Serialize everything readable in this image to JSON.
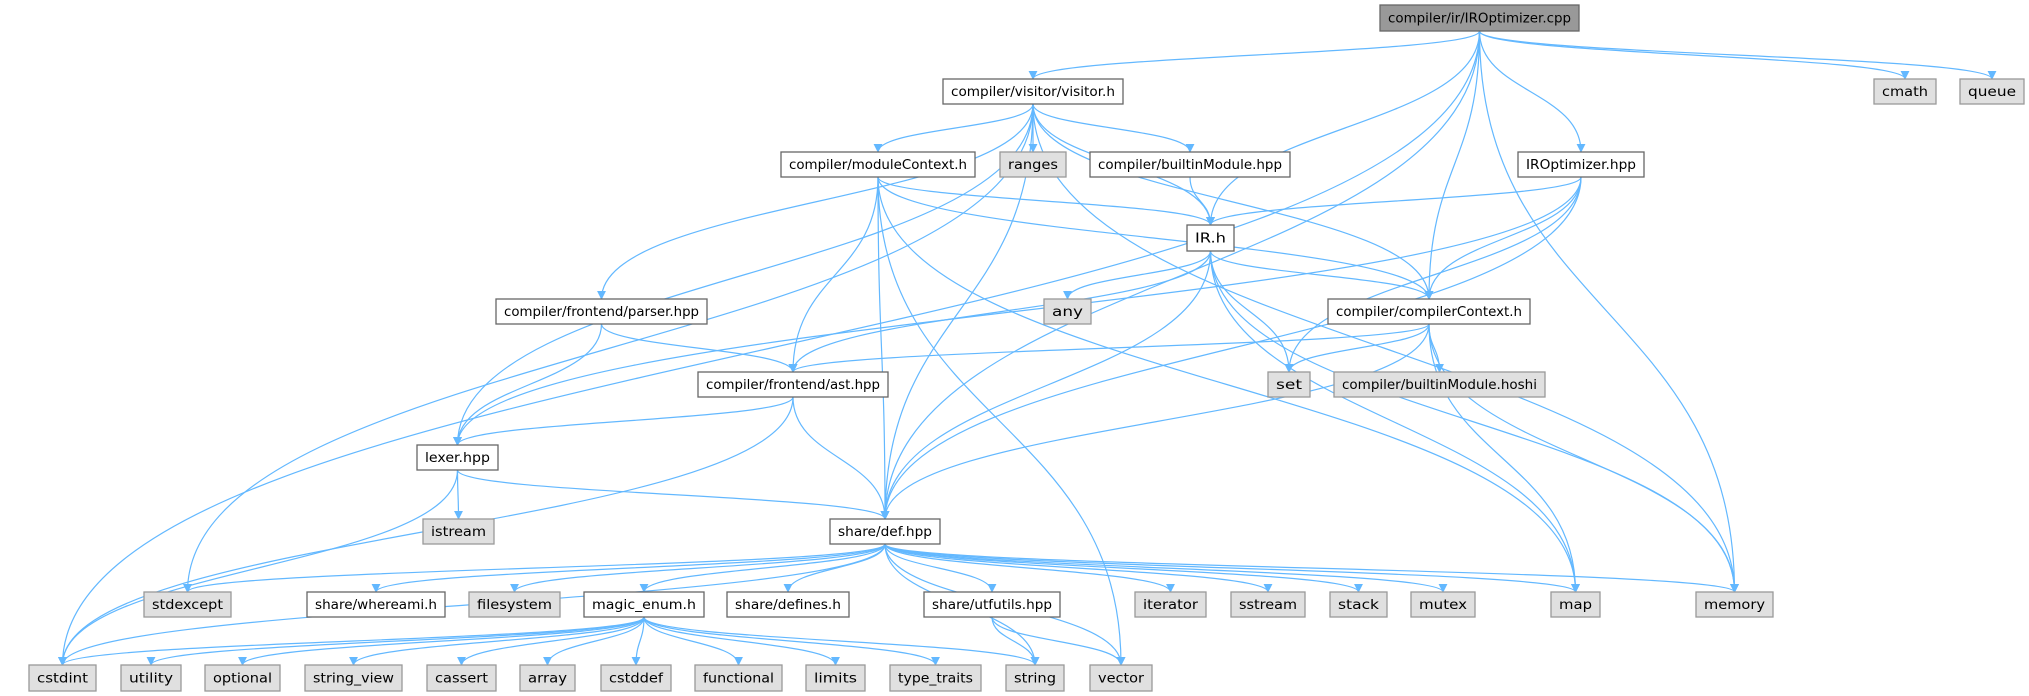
{
  "graph": {
    "title": "compiler/ir/IROptimizer.cpp",
    "edge_color": "#63b8ff",
    "nodes": [
      {
        "id": "cpp",
        "label": "compiler/ir/IROptimizer.cpp",
        "kind": "root"
      },
      {
        "id": "visitor",
        "label": "compiler/visitor/visitor.h",
        "kind": "internal"
      },
      {
        "id": "cmath",
        "label": "cmath",
        "kind": "external"
      },
      {
        "id": "queue",
        "label": "queue",
        "kind": "external"
      },
      {
        "id": "moduleContext",
        "label": "compiler/moduleContext.h",
        "kind": "internal"
      },
      {
        "id": "ranges",
        "label": "ranges",
        "kind": "external"
      },
      {
        "id": "builtinModule",
        "label": "compiler/builtinModule.hpp",
        "kind": "internal"
      },
      {
        "id": "iroptHpp",
        "label": "IROptimizer.hpp",
        "kind": "internal"
      },
      {
        "id": "irh",
        "label": "IR.h",
        "kind": "internal"
      },
      {
        "id": "parser",
        "label": "compiler/frontend/parser.hpp",
        "kind": "internal"
      },
      {
        "id": "any",
        "label": "any",
        "kind": "external"
      },
      {
        "id": "compilerContext",
        "label": "compiler/compilerContext.h",
        "kind": "internal"
      },
      {
        "id": "ast",
        "label": "compiler/frontend/ast.hpp",
        "kind": "internal"
      },
      {
        "id": "set",
        "label": "set",
        "kind": "external"
      },
      {
        "id": "hoshi",
        "label": "compiler/builtinModule.hoshi",
        "kind": "external"
      },
      {
        "id": "lexer",
        "label": "lexer.hpp",
        "kind": "internal"
      },
      {
        "id": "istream",
        "label": "istream",
        "kind": "external"
      },
      {
        "id": "def",
        "label": "share/def.hpp",
        "kind": "internal"
      },
      {
        "id": "stdexcept",
        "label": "stdexcept",
        "kind": "external"
      },
      {
        "id": "whereami",
        "label": "share/whereami.h",
        "kind": "internal"
      },
      {
        "id": "filesystem",
        "label": "filesystem",
        "kind": "external"
      },
      {
        "id": "magic",
        "label": "magic_enum.h",
        "kind": "internal"
      },
      {
        "id": "defines",
        "label": "share/defines.h",
        "kind": "internal"
      },
      {
        "id": "utfutils",
        "label": "share/utfutils.hpp",
        "kind": "internal"
      },
      {
        "id": "iterator",
        "label": "iterator",
        "kind": "external"
      },
      {
        "id": "sstream",
        "label": "sstream",
        "kind": "external"
      },
      {
        "id": "stack",
        "label": "stack",
        "kind": "external"
      },
      {
        "id": "mutex",
        "label": "mutex",
        "kind": "external"
      },
      {
        "id": "map",
        "label": "map",
        "kind": "external"
      },
      {
        "id": "memory",
        "label": "memory",
        "kind": "external"
      },
      {
        "id": "cstdint",
        "label": "cstdint",
        "kind": "external"
      },
      {
        "id": "utility",
        "label": "utility",
        "kind": "external"
      },
      {
        "id": "optional",
        "label": "optional",
        "kind": "external"
      },
      {
        "id": "string_view",
        "label": "string_view",
        "kind": "external"
      },
      {
        "id": "cassert",
        "label": "cassert",
        "kind": "external"
      },
      {
        "id": "array",
        "label": "array",
        "kind": "external"
      },
      {
        "id": "cstddef",
        "label": "cstddef",
        "kind": "external"
      },
      {
        "id": "functional",
        "label": "functional",
        "kind": "external"
      },
      {
        "id": "limits",
        "label": "limits",
        "kind": "external"
      },
      {
        "id": "type_traits",
        "label": "type_traits",
        "kind": "external"
      },
      {
        "id": "string",
        "label": "string",
        "kind": "external"
      },
      {
        "id": "vector",
        "label": "vector",
        "kind": "external"
      }
    ],
    "edges": [
      [
        "cpp",
        "visitor"
      ],
      [
        "cpp",
        "cmath"
      ],
      [
        "cpp",
        "queue"
      ],
      [
        "cpp",
        "irh"
      ],
      [
        "cpp",
        "compilerContext"
      ],
      [
        "cpp",
        "iroptHpp"
      ],
      [
        "cpp",
        "memory"
      ],
      [
        "cpp",
        "cstdint"
      ],
      [
        "cpp",
        "def"
      ],
      [
        "visitor",
        "moduleContext"
      ],
      [
        "visitor",
        "ranges"
      ],
      [
        "visitor",
        "builtinModule"
      ],
      [
        "visitor",
        "irh"
      ],
      [
        "visitor",
        "compilerContext"
      ],
      [
        "visitor",
        "memory"
      ],
      [
        "visitor",
        "parser"
      ],
      [
        "visitor",
        "lexer"
      ],
      [
        "visitor",
        "stdexcept"
      ],
      [
        "visitor",
        "def"
      ],
      [
        "moduleContext",
        "irh"
      ],
      [
        "moduleContext",
        "compilerContext"
      ],
      [
        "moduleContext",
        "ast"
      ],
      [
        "moduleContext",
        "def"
      ],
      [
        "moduleContext",
        "map"
      ],
      [
        "moduleContext",
        "vector"
      ],
      [
        "builtinModule",
        "irh"
      ],
      [
        "iroptHpp",
        "irh"
      ],
      [
        "iroptHpp",
        "compilerContext"
      ],
      [
        "iroptHpp",
        "set"
      ],
      [
        "iroptHpp",
        "lexer"
      ],
      [
        "iroptHpp",
        "def"
      ],
      [
        "irh",
        "any"
      ],
      [
        "irh",
        "compilerContext"
      ],
      [
        "irh",
        "ast"
      ],
      [
        "irh",
        "def"
      ],
      [
        "irh",
        "set"
      ],
      [
        "irh",
        "map"
      ],
      [
        "irh",
        "memory"
      ],
      [
        "compilerContext",
        "ast"
      ],
      [
        "compilerContext",
        "set"
      ],
      [
        "compilerContext",
        "hoshi"
      ],
      [
        "compilerContext",
        "def"
      ],
      [
        "compilerContext",
        "map"
      ],
      [
        "compilerContext",
        "memory"
      ],
      [
        "parser",
        "ast"
      ],
      [
        "parser",
        "lexer"
      ],
      [
        "ast",
        "lexer"
      ],
      [
        "ast",
        "def"
      ],
      [
        "ast",
        "cstdint"
      ],
      [
        "lexer",
        "istream"
      ],
      [
        "lexer",
        "def"
      ],
      [
        "lexer",
        "cstdint"
      ],
      [
        "def",
        "stdexcept"
      ],
      [
        "def",
        "whereami"
      ],
      [
        "def",
        "filesystem"
      ],
      [
        "def",
        "magic"
      ],
      [
        "def",
        "defines"
      ],
      [
        "def",
        "utfutils"
      ],
      [
        "def",
        "string"
      ],
      [
        "def",
        "vector"
      ],
      [
        "def",
        "iterator"
      ],
      [
        "def",
        "sstream"
      ],
      [
        "def",
        "stack"
      ],
      [
        "def",
        "mutex"
      ],
      [
        "def",
        "map"
      ],
      [
        "def",
        "memory"
      ],
      [
        "def",
        "cstdint"
      ],
      [
        "magic",
        "cstdint"
      ],
      [
        "magic",
        "utility"
      ],
      [
        "magic",
        "optional"
      ],
      [
        "magic",
        "string_view"
      ],
      [
        "magic",
        "cassert"
      ],
      [
        "magic",
        "array"
      ],
      [
        "magic",
        "cstddef"
      ],
      [
        "magic",
        "functional"
      ],
      [
        "magic",
        "limits"
      ],
      [
        "magic",
        "type_traits"
      ],
      [
        "magic",
        "string"
      ],
      [
        "utfutils",
        "string"
      ],
      [
        "utfutils",
        "vector"
      ]
    ]
  }
}
